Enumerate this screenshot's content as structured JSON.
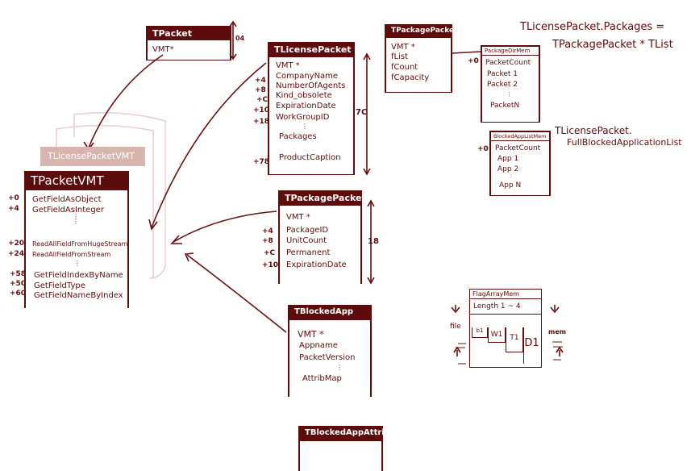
{
  "tpacket": {
    "title": "TPacket",
    "fields": [
      "VMT*"
    ],
    "size": "04"
  },
  "tpacketvmt": {
    "title": "TPacketVMT",
    "ghost_title": "TLicensePacketVMT",
    "fields": [
      {
        "off": "+0",
        "name": "GetFieldAsObject"
      },
      {
        "off": "+4",
        "name": "GetFieldAsInteger"
      },
      {
        "off": "+20",
        "name": "ReadAllFieldFromHugeStream"
      },
      {
        "off": "+24",
        "name": "ReadAllFieldFromStream"
      },
      {
        "off": "+58",
        "name": "GetFieldIndexByName"
      },
      {
        "off": "+5C",
        "name": "GetFieldType"
      },
      {
        "off": "+60",
        "name": "GetFieldNameByIndex"
      }
    ]
  },
  "tlicensepacket": {
    "title": "TLicensePacket",
    "size": "7C",
    "fields": [
      {
        "off": "",
        "name": "VMT *"
      },
      {
        "off": "+4",
        "name": "CompanyName"
      },
      {
        "off": "+8",
        "name": "NumberOfAgents"
      },
      {
        "off": "+C",
        "name": "Kind_obsolete"
      },
      {
        "off": "+10",
        "name": "ExpirationDate"
      },
      {
        "off": "+18",
        "name": "WorkGroupID"
      },
      {
        "off": "",
        "name": "Packages"
      },
      {
        "off": "+78",
        "name": "ProductCaption"
      }
    ]
  },
  "tpackagepacketlist": {
    "title": "TPackagePacketList",
    "fields": [
      "VMT *",
      "fList",
      "fCount",
      "fCapacity"
    ]
  },
  "packagedirmem": {
    "title": "PackageDirMem",
    "off": "+0",
    "fields": [
      "PacketCount",
      "Packet 1",
      "Packet 2",
      "PacketN"
    ]
  },
  "blockedapplistmem": {
    "title": "BlockedAppListMem",
    "off": "+0",
    "fields": [
      "PacketCount",
      "App 1",
      "App 2",
      "App N"
    ]
  },
  "notes": {
    "packages_line1": "TLicensePacket.Packages =",
    "packages_line2": "TPackagePacket * TList",
    "blocked_line1": "TLicensePacket.",
    "blocked_line2": "FullBlockedApplicationList"
  },
  "tpackagepacket": {
    "title": "TPackagePacket",
    "size": "18",
    "fields": [
      {
        "off": "",
        "name": "VMT *"
      },
      {
        "off": "+4",
        "name": "PackageID"
      },
      {
        "off": "+8",
        "name": "UnitCount"
      },
      {
        "off": "+C",
        "name": "Permanent"
      },
      {
        "off": "+10",
        "name": "ExpirationDate"
      }
    ]
  },
  "tblockedapp": {
    "title": "TBlockedApp",
    "fields": [
      "VMT *",
      "Appname",
      "PacketVersion",
      "AttribMap"
    ]
  },
  "tblockedappattrib": {
    "title": "TBlockedAppAttrib"
  },
  "flagarraymem": {
    "title": "FlagArrayMem",
    "length": "Length 1 ~ 4",
    "cells": [
      "b1",
      "W1",
      "T1",
      "D1"
    ],
    "file_label": "file",
    "mem_label": "mem"
  }
}
